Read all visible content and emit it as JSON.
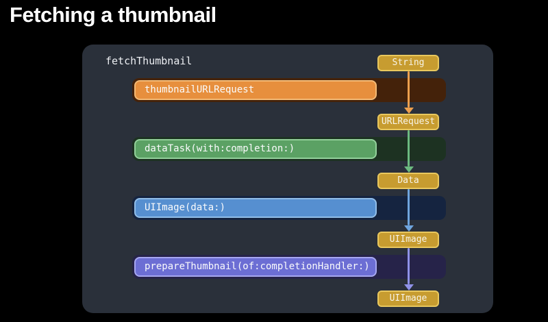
{
  "title": "Fetching a thumbnail",
  "colors": {
    "background": "#000000",
    "panel": "#2A303A",
    "badge_fill": "#C79C30",
    "badge_border": "#E9C85E",
    "text": "#FFFFFF"
  },
  "diagram": {
    "function_label": "fetchThumbnail",
    "rows": [
      {
        "label": "thumbnailURLRequest",
        "bar_color": "#E78F3D",
        "bar_border": "#F3BA76",
        "track_color": "#44220A",
        "arrow_color": "#EDA04E",
        "output_type": "URLRequest"
      },
      {
        "label": "dataTask(with:completion:)",
        "bar_color": "#5BA164",
        "bar_border": "#93D09B",
        "track_color": "#1D3222",
        "arrow_color": "#6CBA80",
        "output_type": "Data"
      },
      {
        "label": "UIImage(data:)",
        "bar_color": "#568FD0",
        "bar_border": "#92BEE9",
        "track_color": "#152440",
        "arrow_color": "#6FA5DE",
        "output_type": "UIImage"
      },
      {
        "label": "prepareThumbnail(of:completionHandler:)",
        "bar_color": "#6C6ED4",
        "bar_border": "#A7A8F0",
        "track_color": "#262349",
        "arrow_color": "#8F92E8",
        "output_type": "UIImage"
      }
    ],
    "type_badges": [
      {
        "label": "String"
      },
      {
        "label": "URLRequest"
      },
      {
        "label": "Data"
      },
      {
        "label": "UIImage"
      },
      {
        "label": "UIImage"
      }
    ]
  }
}
